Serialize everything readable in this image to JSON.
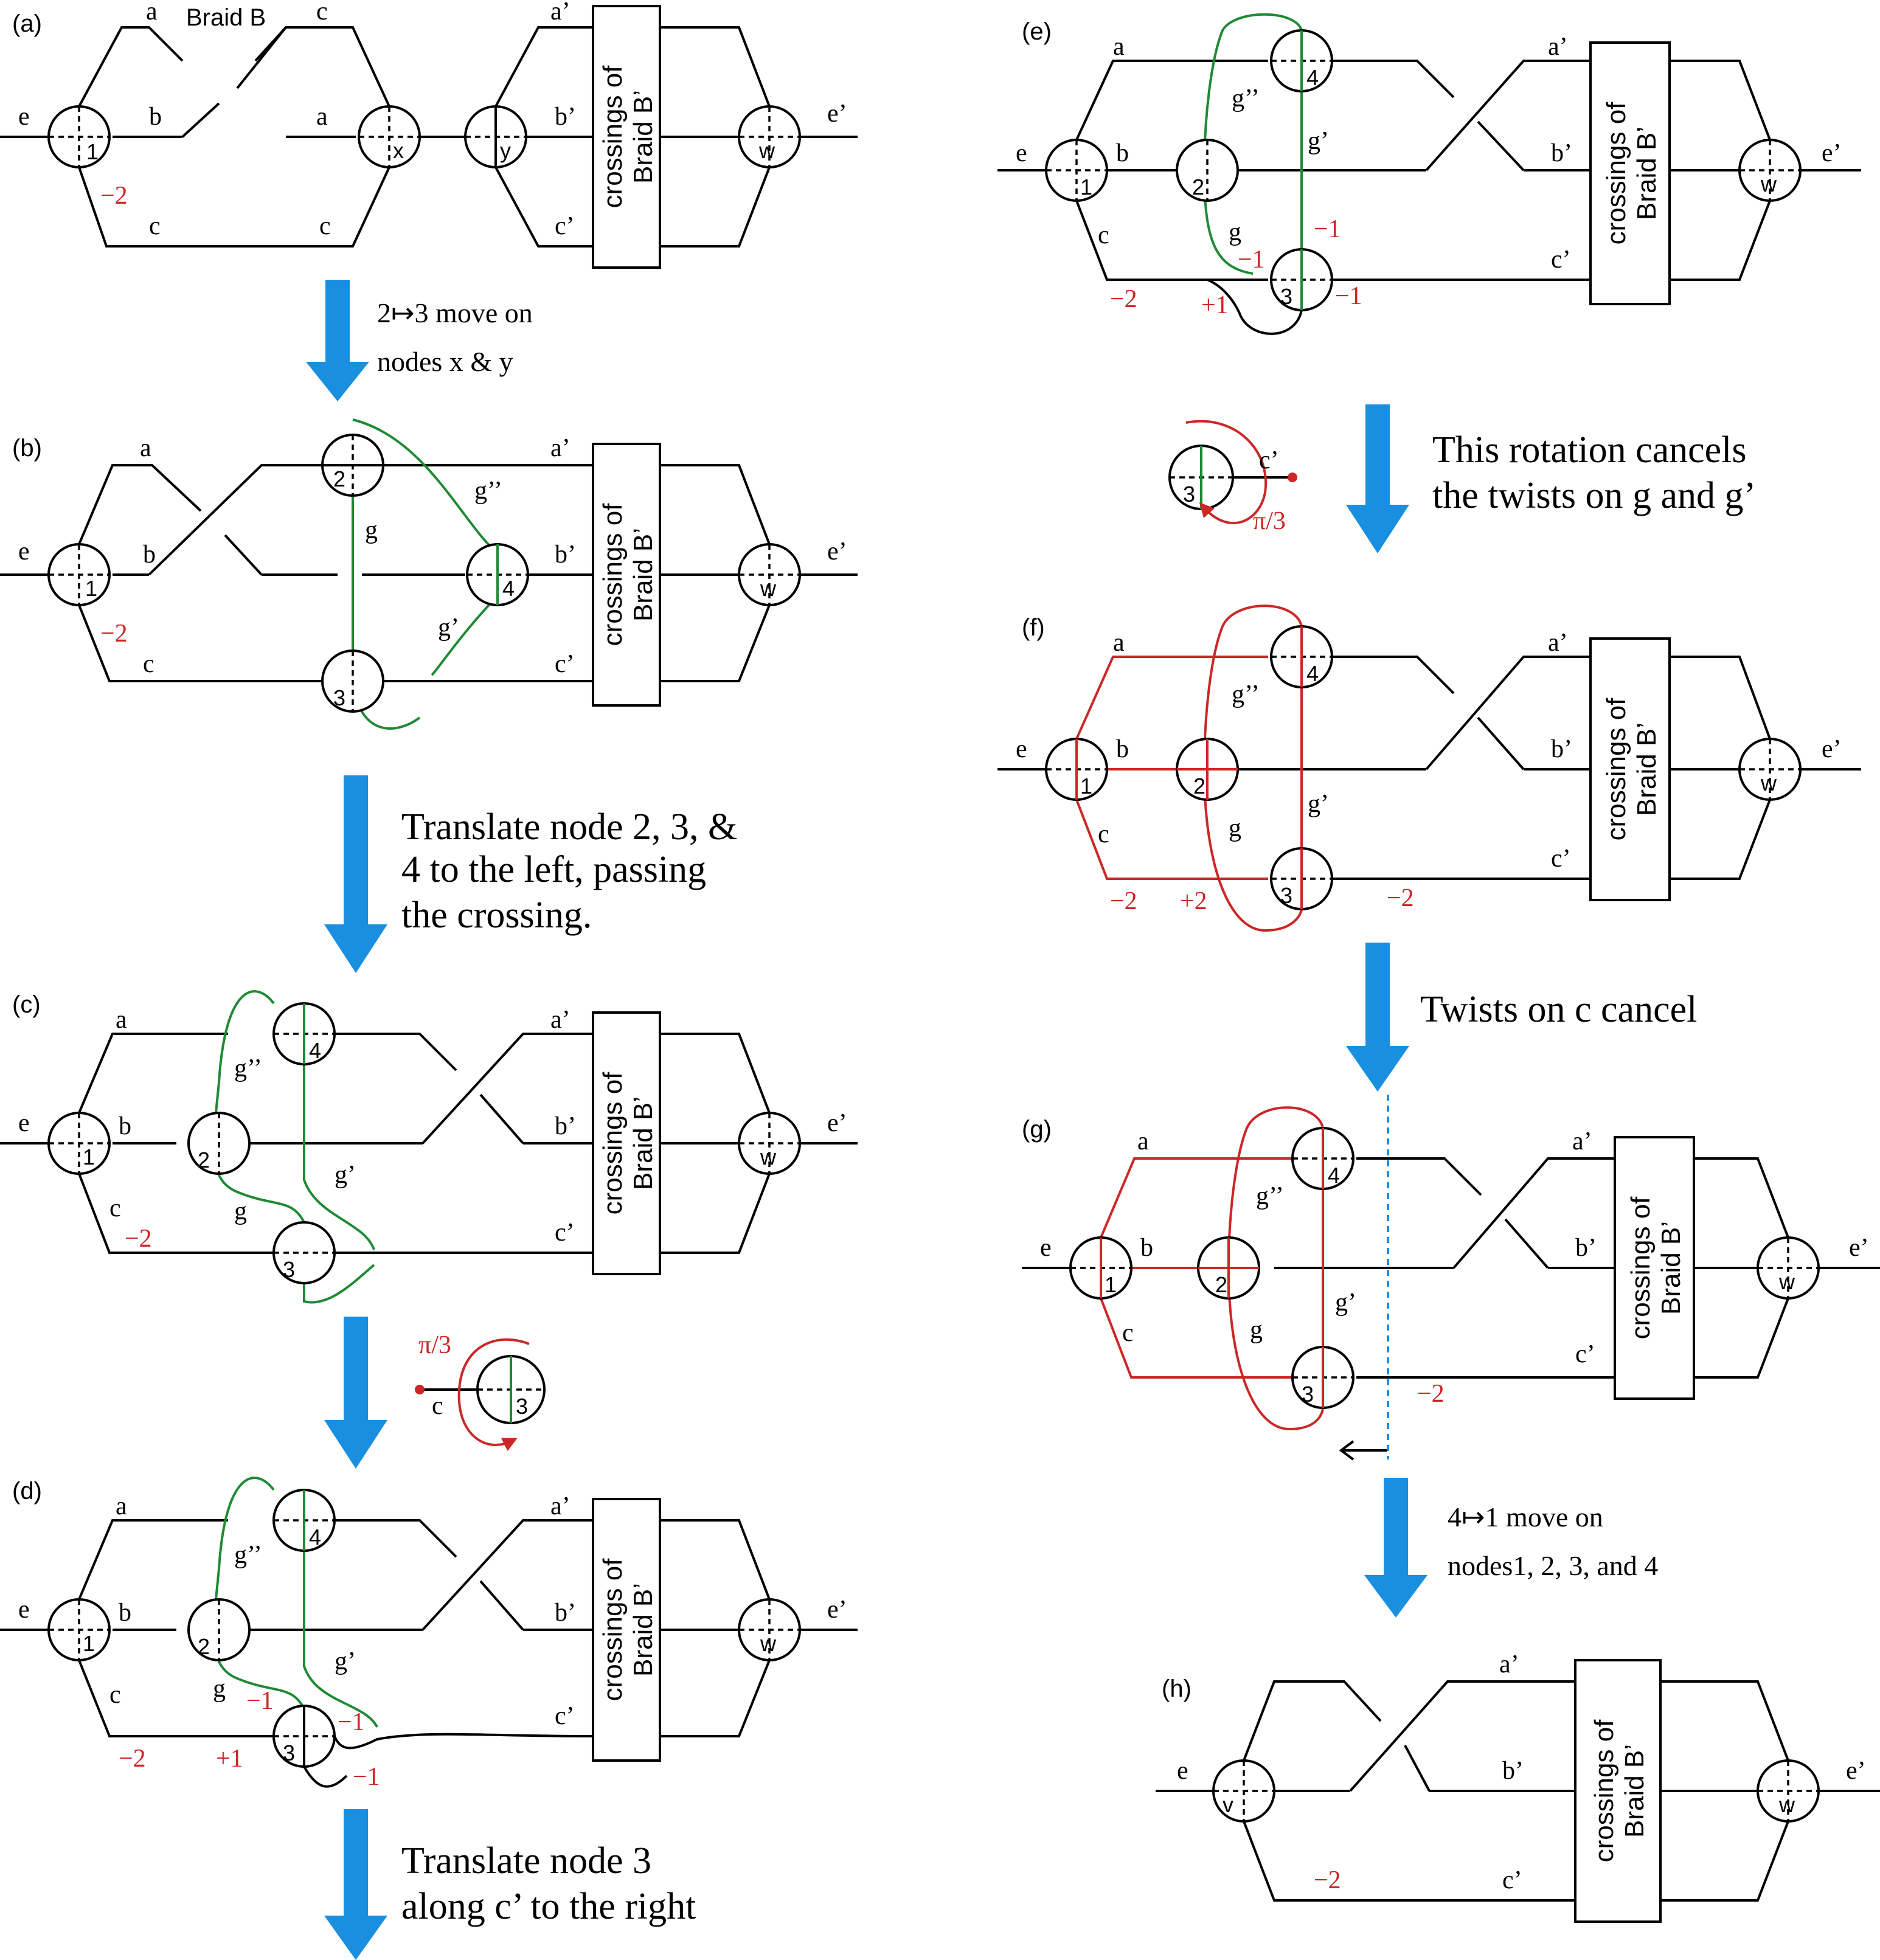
{
  "panels": {
    "a": {
      "tag": "(a)",
      "title": "Braid B",
      "nodes": [
        "1",
        "x",
        "y",
        "w"
      ],
      "strands": [
        "a",
        "b",
        "c"
      ],
      "ends": [
        "e",
        "e’"
      ],
      "right_labels": [
        "a’",
        "b’",
        "c’"
      ],
      "twist": "−2",
      "box": [
        "crossings of",
        "Braid B’"
      ]
    },
    "b": {
      "tag": "(b)",
      "nodes": [
        "1",
        "2",
        "3",
        "4",
        "w"
      ],
      "strands": [
        "a",
        "b",
        "c"
      ],
      "ends": [
        "e",
        "e’"
      ],
      "right_labels": [
        "a’",
        "b’",
        "c’"
      ],
      "edges": [
        "g",
        "g’’",
        "g’"
      ],
      "twist": "−2",
      "box": [
        "crossings of",
        "Braid B’"
      ]
    },
    "c": {
      "tag": "(c)",
      "nodes": [
        "1",
        "2",
        "3",
        "4",
        "w"
      ],
      "strands": [
        "a",
        "b",
        "c"
      ],
      "ends": [
        "e",
        "e’"
      ],
      "right_labels": [
        "a’",
        "b’",
        "c’"
      ],
      "edges": [
        "g’’",
        "g",
        "g’"
      ],
      "twist": "−2",
      "box": [
        "crossings of",
        "Braid B’"
      ]
    },
    "d": {
      "tag": "(d)",
      "nodes": [
        "1",
        "2",
        "3",
        "4",
        "w"
      ],
      "strands": [
        "a",
        "b",
        "c"
      ],
      "ends": [
        "e",
        "e’"
      ],
      "right_labels": [
        "a’",
        "b’",
        "c’"
      ],
      "edges": [
        "g’’",
        "g",
        "g’"
      ],
      "twists": [
        "−2",
        "+1",
        "−1",
        "−1",
        "−1"
      ],
      "box": [
        "crossings of",
        "Braid B’"
      ]
    },
    "e": {
      "tag": "(e)",
      "nodes": [
        "1",
        "2",
        "3",
        "4",
        "w"
      ],
      "strands": [
        "a",
        "b",
        "c"
      ],
      "ends": [
        "e",
        "e’"
      ],
      "right_labels": [
        "a’",
        "b’",
        "c’"
      ],
      "edges": [
        "g’’",
        "g’",
        "g"
      ],
      "twists": [
        "−1",
        "−1",
        "−1",
        "−2",
        "+1"
      ],
      "box": [
        "crossings of",
        "Braid B’"
      ]
    },
    "f": {
      "tag": "(f)",
      "nodes": [
        "1",
        "2",
        "3",
        "4",
        "w"
      ],
      "strands": [
        "a",
        "b",
        "c"
      ],
      "ends": [
        "e",
        "e’"
      ],
      "right_labels": [
        "a’",
        "b’",
        "c’"
      ],
      "edges": [
        "g’’",
        "g’",
        "g"
      ],
      "twists": [
        "−2",
        "+2",
        "−2"
      ],
      "box": [
        "crossings of",
        "Braid B’"
      ]
    },
    "g": {
      "tag": "(g)",
      "nodes": [
        "1",
        "2",
        "3",
        "4",
        "w"
      ],
      "strands": [
        "a",
        "b",
        "c"
      ],
      "ends": [
        "e",
        "e’"
      ],
      "right_labels": [
        "a’",
        "b’",
        "c’"
      ],
      "edges": [
        "g’’",
        "g",
        "g’"
      ],
      "twist": "−2",
      "box": [
        "crossings of",
        "Braid B’"
      ]
    },
    "h": {
      "tag": "(h)",
      "nodes": [
        "v",
        "w"
      ],
      "ends": [
        "e",
        "e’"
      ],
      "right_labels": [
        "a’",
        "b’",
        "c’"
      ],
      "twist": "−2",
      "box": [
        "crossings of",
        "Braid B’"
      ]
    }
  },
  "steps": {
    "s1": [
      "2↦3 move on",
      "nodes x & y"
    ],
    "s2": [
      "Translate node 2, 3, &",
      "4 to the left, passing",
      "the crossing."
    ],
    "s3": [
      "Translate node 3",
      "along c’ to the right"
    ],
    "s4": [
      "This rotation cancels",
      "the twists on g and g’"
    ],
    "s5": [
      "Twists on c cancel"
    ],
    "s6": [
      "4↦1 move on",
      "nodes1, 2, 3, and 4"
    ]
  },
  "rotations": {
    "r1": {
      "angle": "π/3",
      "strand": "c",
      "node": "3"
    },
    "r2": {
      "angle": "π/3",
      "strand": "c’",
      "node": "3"
    }
  },
  "colors": {
    "black": "#000000",
    "green": "#1f8a35",
    "red": "#cc2727",
    "arrow_blue": "#1a8fe0",
    "cut_line": "#1a8fe0"
  }
}
